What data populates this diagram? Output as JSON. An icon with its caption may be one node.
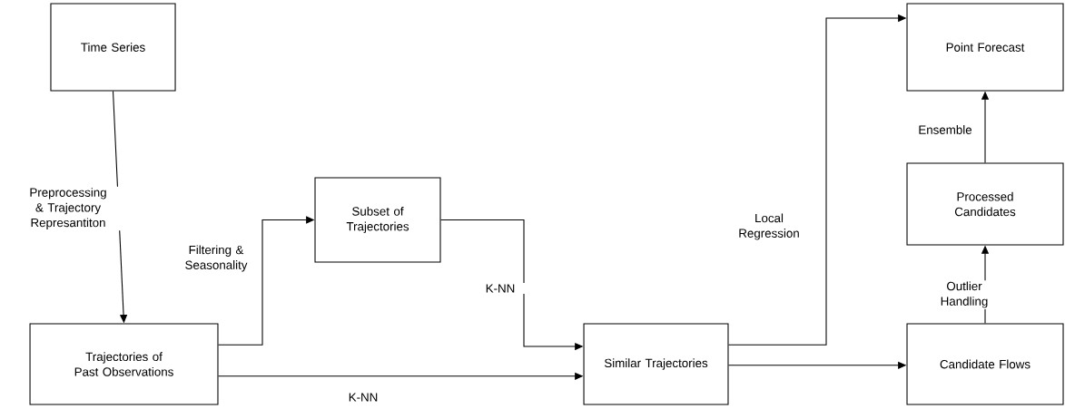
{
  "diagram": {
    "nodes": [
      {
        "text": [
          "Time Series"
        ]
      },
      {
        "text": [
          "Trajectories of Past Observations"
        ]
      },
      {
        "text": [
          "Subset of Trajectories"
        ]
      },
      {
        "text": [
          "Similar Trajectories"
        ]
      },
      {
        "text": [
          "Point Forecast"
        ]
      },
      {
        "text": [
          "Processed Candidates"
        ]
      },
      {
        "text": [
          "Candidate Flows"
        ]
      }
    ],
    "edges": [
      {
        "from": 0,
        "to": 1,
        "arrow": "to",
        "label": "Preprocessing & Trajectory Represantiton"
      },
      {
        "from": 1,
        "to": 2,
        "arrow": "to",
        "label": "Filtering & Seasonality"
      },
      {
        "from": 1,
        "to": 3,
        "arrow": "to",
        "label": "K-NN"
      },
      {
        "from": 2,
        "to": 3,
        "arrow": "to",
        "label": "K-NN"
      },
      {
        "from": 3,
        "to": 4,
        "arrow": "to",
        "label": "Local Regression"
      },
      {
        "from": 3,
        "to": 6,
        "arrow": "to"
      },
      {
        "from": 6,
        "to": 5,
        "arrow": "to",
        "label": "Outlier Handling"
      },
      {
        "from": 5,
        "to": 4,
        "arrow": "to",
        "label": "Ensemble"
      }
    ]
  }
}
